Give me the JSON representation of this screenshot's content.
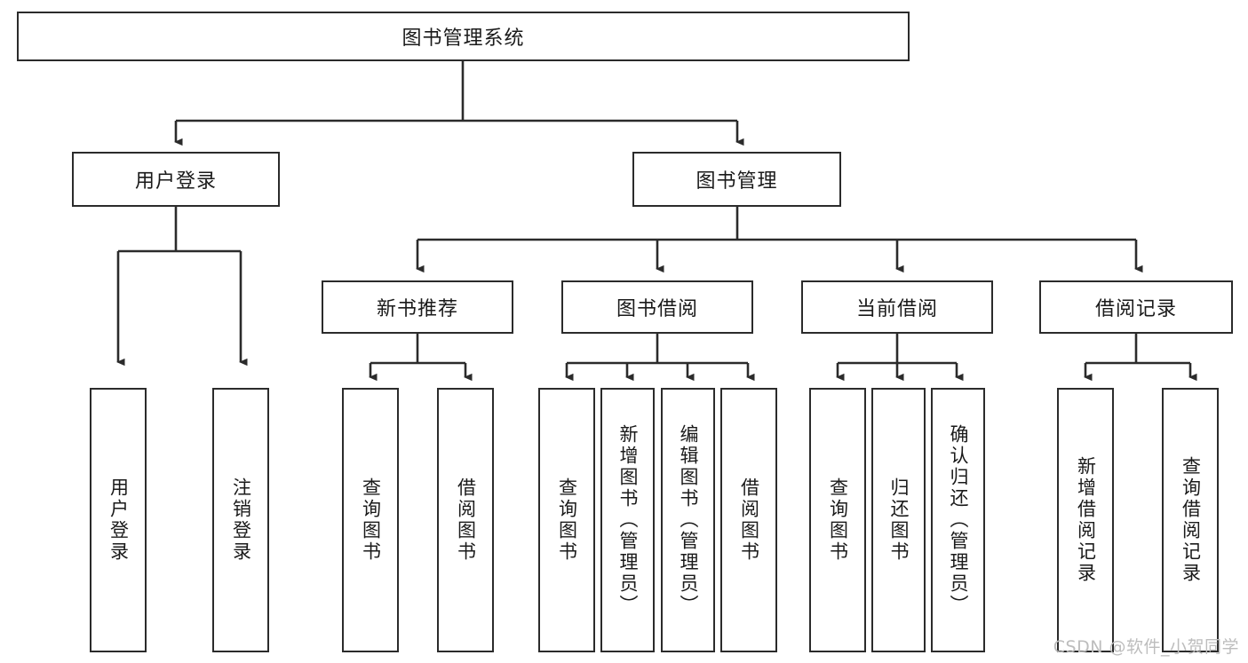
{
  "diagram": {
    "title": "图书管理系统",
    "type": "tree-hierarchy-diagram",
    "colors": {
      "box_border": "#2b2b2b",
      "box_fill": "#ffffff",
      "connector": "#2b2b2b",
      "background": "#ffffff",
      "watermark": "#bdbdbd"
    },
    "root": {
      "label": "图书管理系统"
    },
    "level2": [
      {
        "label": "用户登录"
      },
      {
        "label": "图书管理"
      }
    ],
    "level3": [
      {
        "label": "新书推荐"
      },
      {
        "label": "图书借阅"
      },
      {
        "label": "当前借阅"
      },
      {
        "label": "借阅记录"
      }
    ],
    "leaves": {
      "user_login": [
        {
          "label": "用户登录"
        },
        {
          "label": "注销登录"
        }
      ],
      "new_book_recommend": [
        {
          "label": "查询图书"
        },
        {
          "label": "借阅图书"
        }
      ],
      "book_borrow": [
        {
          "label": "查询图书"
        },
        {
          "label": "新增图书（管理员）"
        },
        {
          "label": "编辑图书（管理员）"
        },
        {
          "label": "借阅图书"
        }
      ],
      "current_borrow": [
        {
          "label": "查询图书"
        },
        {
          "label": "归还图书"
        },
        {
          "label": "确认归还（管理员）"
        }
      ],
      "borrow_record": [
        {
          "label": "新增借阅记录"
        },
        {
          "label": "查询借阅记录"
        }
      ]
    },
    "watermark": "CSDN @软件_小贺同学"
  }
}
